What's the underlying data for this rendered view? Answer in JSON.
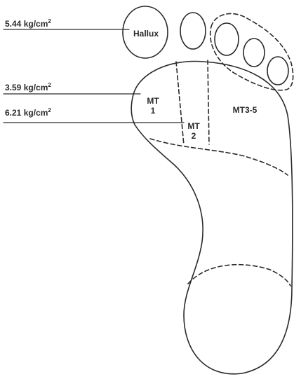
{
  "regions": {
    "hallux": "Hallux",
    "mt1_line1": "MT",
    "mt1_line2": "1",
    "mt2_line1": "MT",
    "mt2_line2": "2",
    "mt35": "MT3-5"
  },
  "pressures": {
    "hallux": {
      "value": "5.44 kg/cm",
      "exp": "2"
    },
    "mt1": {
      "value": "3.59 kg/cm",
      "exp": "2"
    },
    "mt2": {
      "value": "6.21 kg/cm",
      "exp": "2"
    }
  },
  "colors": {
    "ink": "#2a2a2a",
    "background": "#ffffff"
  }
}
